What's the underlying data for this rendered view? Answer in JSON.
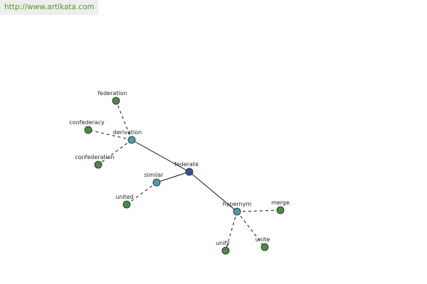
{
  "watermark": {
    "text": "http://www.artikata.com"
  },
  "colors": {
    "center": "#3a4e96",
    "relation": "#4b9ea6",
    "word": "#4c8a44",
    "edge": "#111111",
    "watermark_bg": "#eeeeee",
    "watermark_text": "#4a9a2a"
  },
  "graph": {
    "nodes": [
      {
        "id": "federate",
        "label": "federate",
        "type": "center"
      },
      {
        "id": "derivation",
        "label": "derivation",
        "type": "relation"
      },
      {
        "id": "similar",
        "label": "similar",
        "type": "relation"
      },
      {
        "id": "hypernym",
        "label": "hypernym",
        "type": "relation"
      },
      {
        "id": "federation",
        "label": "federation",
        "type": "word"
      },
      {
        "id": "confederacy",
        "label": "confederacy",
        "type": "word"
      },
      {
        "id": "confederation",
        "label": "confederation",
        "type": "word"
      },
      {
        "id": "united",
        "label": "united",
        "type": "word"
      },
      {
        "id": "merge",
        "label": "merge",
        "type": "word"
      },
      {
        "id": "unify",
        "label": "unify",
        "type": "word"
      },
      {
        "id": "unite",
        "label": "unite",
        "type": "word"
      }
    ],
    "edges": [
      {
        "from": "federate",
        "to": "derivation",
        "style": "solid"
      },
      {
        "from": "federate",
        "to": "similar",
        "style": "solid"
      },
      {
        "from": "federate",
        "to": "hypernym",
        "style": "solid"
      },
      {
        "from": "derivation",
        "to": "federation",
        "style": "dashed"
      },
      {
        "from": "derivation",
        "to": "confederacy",
        "style": "dashed"
      },
      {
        "from": "derivation",
        "to": "confederation",
        "style": "dashed"
      },
      {
        "from": "similar",
        "to": "united",
        "style": "dashed"
      },
      {
        "from": "hypernym",
        "to": "merge",
        "style": "dashed"
      },
      {
        "from": "hypernym",
        "to": "unify",
        "style": "dashed"
      },
      {
        "from": "hypernym",
        "to": "unite",
        "style": "dashed"
      }
    ]
  }
}
